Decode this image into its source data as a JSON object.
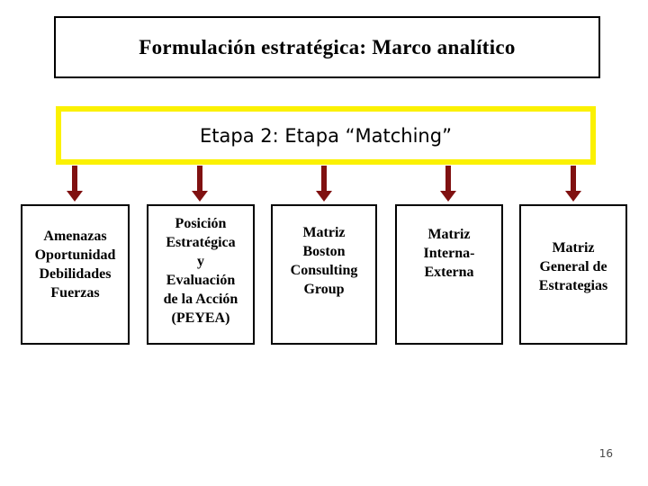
{
  "slide": {
    "title": "Formulación estratégica: Marco analítico",
    "stage_banner": "Etapa 2: Etapa “Matching”",
    "boxes": [
      {
        "name": "swot",
        "lines": [
          "Amenazas",
          "Oportunidad",
          "Debilidades",
          "Fuerzas"
        ]
      },
      {
        "name": "peyea",
        "lines": [
          "Posición",
          "Estratégica",
          "y",
          "Evaluación",
          "de la Acción",
          "(PEYEA)"
        ]
      },
      {
        "name": "bcg",
        "lines": [
          "Matriz",
          "Boston",
          "Consulting",
          "Group"
        ]
      },
      {
        "name": "ie",
        "lines": [
          "Matriz",
          "Interna-",
          "Externa"
        ]
      },
      {
        "name": "mge",
        "lines": [
          "Matriz",
          "General de",
          "Estrategias"
        ]
      }
    ],
    "page_number": "16",
    "colors": {
      "arrow": "#801111",
      "banner_border": "#fbf102",
      "box_border": "#000000",
      "background": "#ffffff"
    }
  }
}
